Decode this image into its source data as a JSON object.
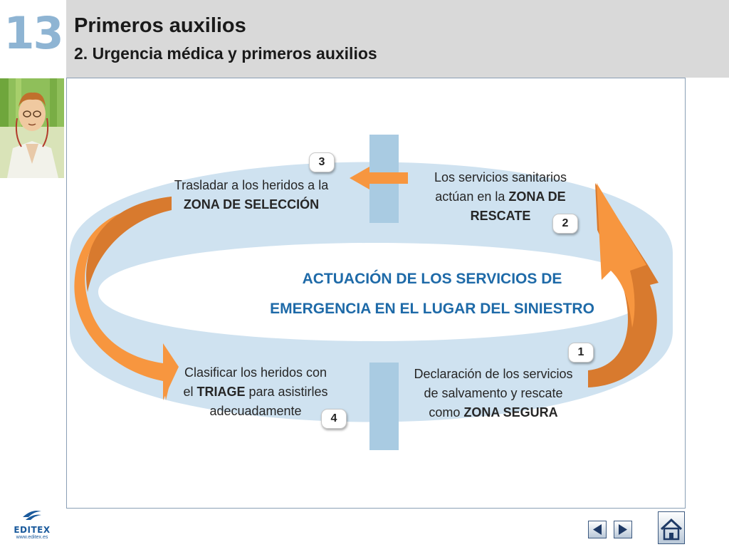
{
  "header": {
    "chapter_number": "13",
    "title": "Primeros auxilios",
    "subtitle": "2. Urgencia médica y primeros auxilios"
  },
  "diagram": {
    "center_title_line1": "ACTUACIÓN DE LOS SERVICIOS DE",
    "center_title_line2": "EMERGENCIA EN EL LUGAR DEL SINIESTRO",
    "steps": [
      {
        "number": "1",
        "line1": "Declaración de los servicios",
        "line2": "de salvamento y rescate",
        "line3_plain": "como ",
        "line3_bold": "ZONA SEGURA"
      },
      {
        "number": "2",
        "line1": "Los servicios sanitarios",
        "line2_plain": "actúan en la ",
        "line2_bold": "ZONA DE",
        "line3_bold": "RESCATE"
      },
      {
        "number": "3",
        "line1": "Trasladar a los heridos a la",
        "line2_bold": "ZONA DE SELECCIÓN"
      },
      {
        "number": "4",
        "line1": "Clasificar los heridos con",
        "line2_plain_a": "el ",
        "line2_bold": "TRIAGE",
        "line2_plain_b": " para asistirles",
        "line3": "adecuadamente"
      }
    ],
    "colors": {
      "ring": "#cfe2f0",
      "divider": "#a9cbe2",
      "arrow_light": "#f7963f",
      "arrow_dark": "#d87a2e",
      "title": "#1e6aa8"
    }
  },
  "footer": {
    "logo_name": "EDITEX",
    "logo_url": "www.editex.es",
    "icons": [
      "prev-arrow-icon",
      "next-arrow-icon",
      "home-icon"
    ]
  }
}
